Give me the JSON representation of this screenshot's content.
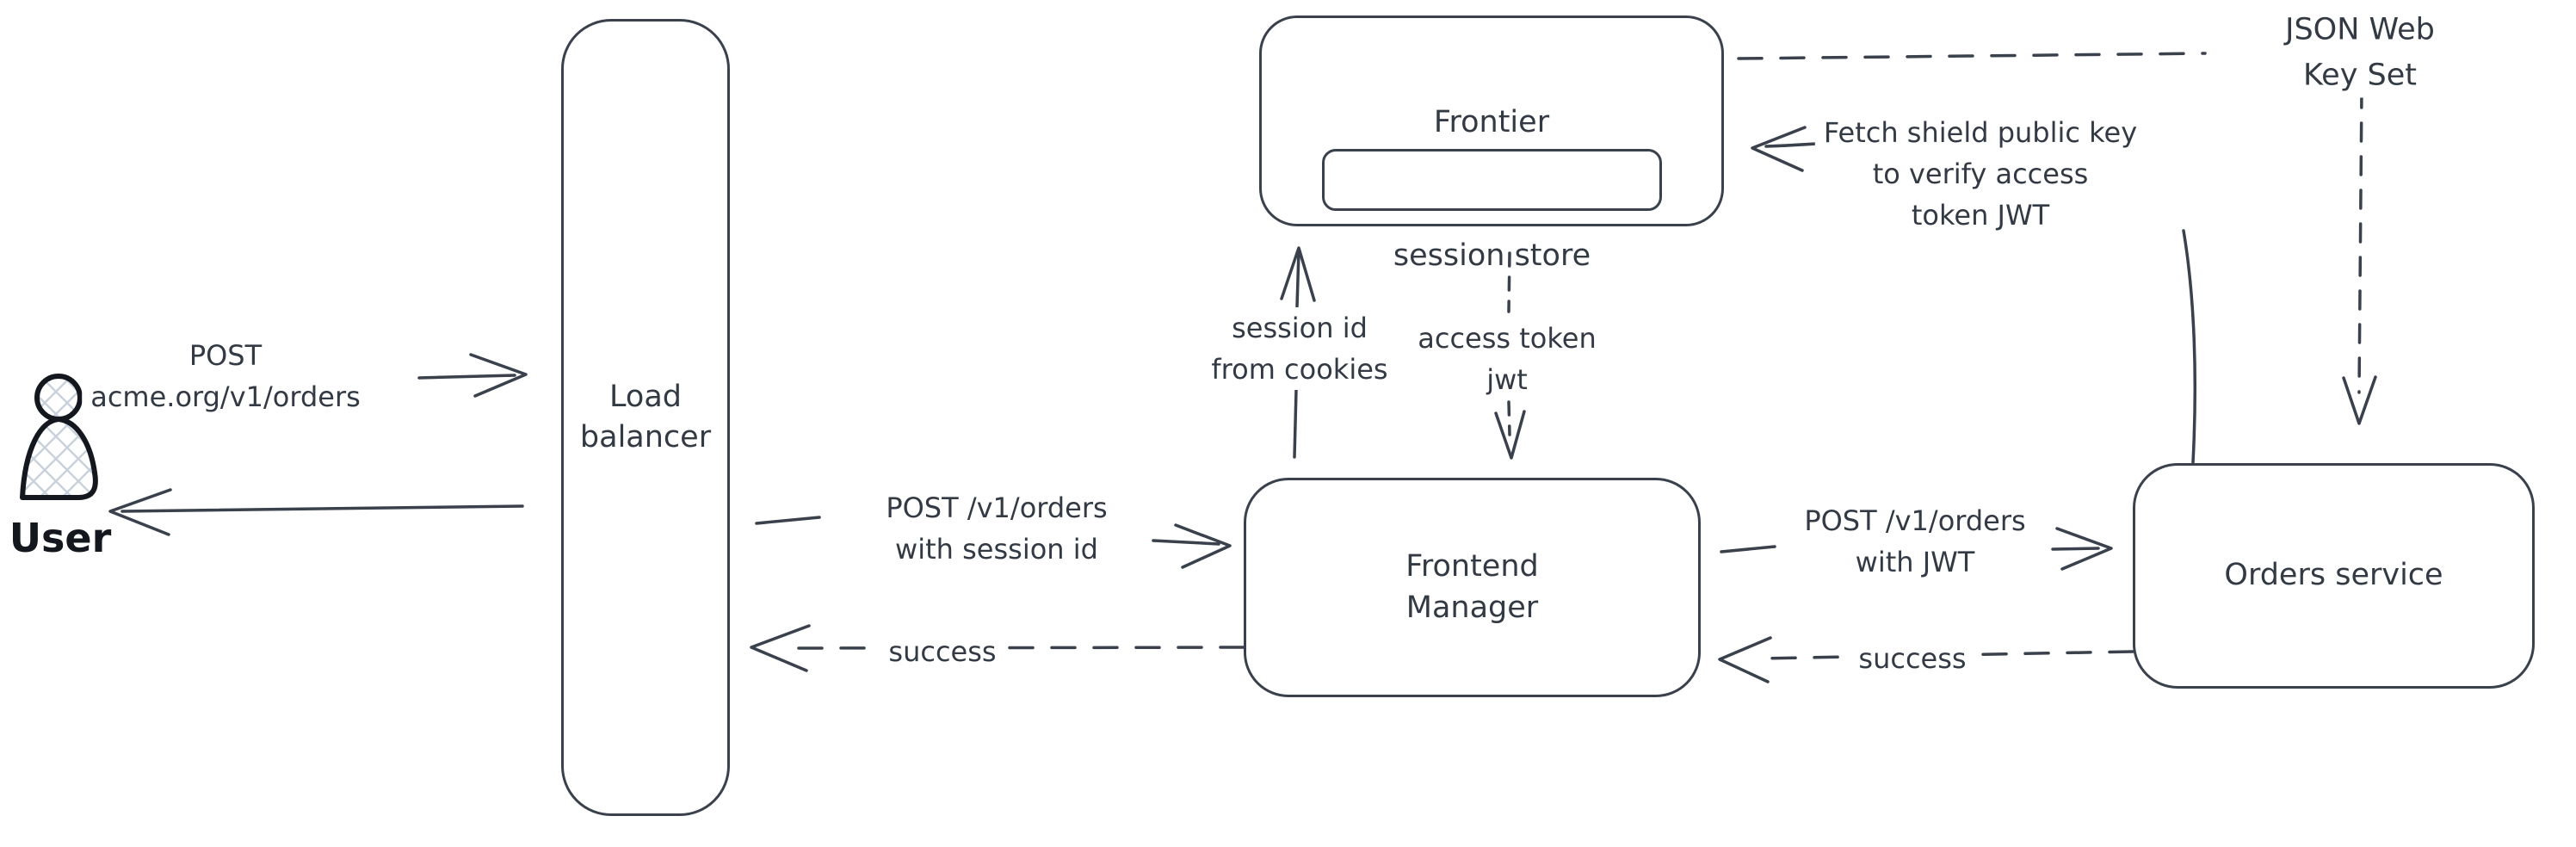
{
  "canvas": {
    "background": "#ffffff",
    "stroke_color": "#3a414c",
    "text_color": "#333a44",
    "figure_outline_color": "#14171d",
    "figure_hatch_color": "#c9d2dc"
  },
  "nodes": {
    "user": {
      "label": "User",
      "icon": "person-figure"
    },
    "load_balancer": {
      "label": "Load\nbalancer"
    },
    "frontier": {
      "label": "Frontier"
    },
    "session_store": {
      "label": "session store"
    },
    "frontend_manager": {
      "label": "Frontend\nManager"
    },
    "orders_service": {
      "label": "Orders service"
    }
  },
  "edges": {
    "user_to_lb": {
      "label": "POST\nacme.org/v1/orders",
      "style": "solid"
    },
    "lb_to_user": {
      "label": "",
      "style": "solid"
    },
    "lb_to_fm": {
      "label": "POST /v1/orders\nwith session id",
      "style": "solid"
    },
    "fm_to_lb": {
      "label": "success",
      "style": "dashed"
    },
    "fm_to_frontier": {
      "label": "session id\nfrom cookies",
      "style": "solid"
    },
    "frontier_to_fm": {
      "label": "access token\njwt",
      "style": "dashed"
    },
    "fm_to_orders": {
      "label": "POST /v1/orders\nwith JWT",
      "style": "solid"
    },
    "orders_to_fm": {
      "label": "success",
      "style": "dashed"
    },
    "frontier_jwks": {
      "label": "JSON Web Key Set",
      "style": "dashed"
    },
    "jwks_to_orders": {
      "label": "",
      "style": "dashed"
    },
    "orders_to_frontier": {
      "label": "Fetch shield public key\nto verify access\ntoken JWT",
      "style": "solid"
    }
  }
}
